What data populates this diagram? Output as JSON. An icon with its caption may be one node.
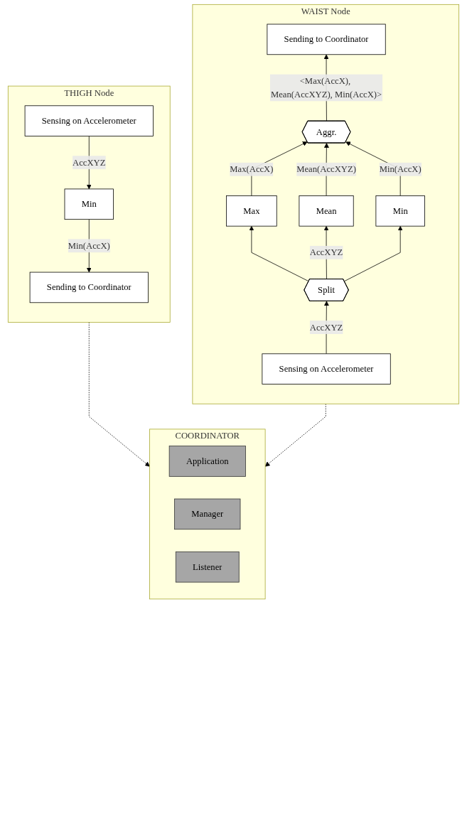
{
  "diagram": {
    "nodes": [
      {
        "text": [
          "THIGH Node"
        ]
      },
      {
        "text": [
          "Sensing on Accelerometer"
        ],
        "in": 0
      },
      {
        "text": [
          "Min"
        ],
        "in": 0
      },
      {
        "text": [
          "Sending to Coordinator"
        ],
        "in": 0
      },
      {
        "text": [
          "COORDINATOR"
        ]
      },
      {
        "text": [
          "Application"
        ],
        "in": 4
      },
      {
        "text": [
          "Manager"
        ],
        "in": 4
      },
      {
        "text": [
          "Listener"
        ],
        "in": 4
      },
      {
        "text": [
          "WAIST Node"
        ]
      },
      {
        "text": [
          "Sending to Coordinator"
        ],
        "in": 8
      },
      {
        "text": [
          "Aggr."
        ],
        "in": 8
      },
      {
        "text": [
          "Max"
        ],
        "in": 8
      },
      {
        "text": [
          "Mean"
        ],
        "in": 8
      },
      {
        "text": [
          "Min"
        ],
        "in": 8
      },
      {
        "text": [
          "Sensing on Accelerometer"
        ],
        "in": 8
      },
      {
        "text": [
          "Split"
        ],
        "in": 8
      }
    ],
    "edges": [
      {
        "from": 1,
        "to": 2,
        "arrow": "to",
        "label": "AccXYZ"
      },
      {
        "from": 2,
        "to": 3,
        "arrow": "to",
        "label": "Min(AccX)"
      },
      {
        "from": 0,
        "to": 4,
        "arrow": "to",
        "style": "dashed"
      },
      {
        "from": 8,
        "to": 4,
        "arrow": "to",
        "style": "dashed"
      },
      {
        "from": 10,
        "to": 9,
        "arrow": "to",
        "label": "<Max(AccX), Mean(AccXYZ), Min(AccX)>"
      },
      {
        "from": 11,
        "to": 10,
        "arrow": "to",
        "label": "Max(AccX)"
      },
      {
        "from": 12,
        "to": 10,
        "arrow": "to",
        "label": "Mean(AccXYZ)"
      },
      {
        "from": 13,
        "to": 10,
        "arrow": "to",
        "label": "Min(AccX)"
      },
      {
        "from": 15,
        "to": 11,
        "arrow": "to"
      },
      {
        "from": 15,
        "to": 12,
        "arrow": "to",
        "label": "AccXYZ"
      },
      {
        "from": 15,
        "to": 13,
        "arrow": "to"
      },
      {
        "from": 14,
        "to": 15,
        "arrow": "to",
        "label": "AccXYZ"
      }
    ]
  }
}
